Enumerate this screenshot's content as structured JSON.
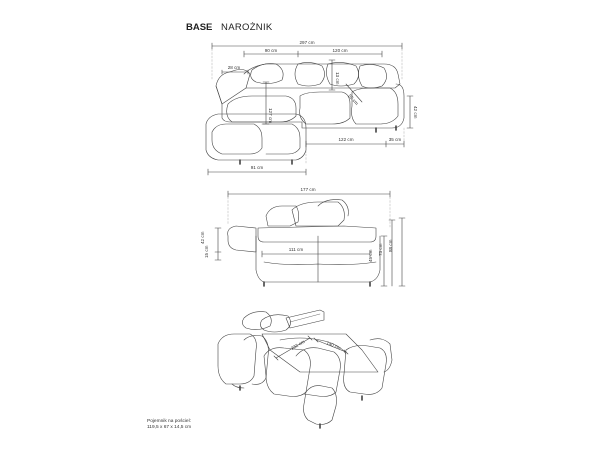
{
  "header": {
    "title": "BASE",
    "subtitle": "NAROŻNIK"
  },
  "top_view": {
    "total_width": "297 cm",
    "seg_left": "90 cm",
    "seg_right": "120 cm",
    "armrest": "28 cm",
    "cushion_depth": "13 cm",
    "chaise_length": "127 cm",
    "seat_depth": "55 cm",
    "depth_right": "42 cm",
    "seat_width": "122 cm",
    "arm_width": "35 cm",
    "chaise_width": "91 cm"
  },
  "side_view": {
    "total_depth": "177 cm",
    "arm_height": "42 cm",
    "leg_height": "15 cm",
    "inner_depth": "111 cm",
    "seat_height": "45 cm",
    "back_height": "73 cm",
    "total_height": "88 cm"
  },
  "sleep_view": {
    "sleep_length": "232 cm",
    "sleep_width": "140 cm"
  },
  "storage_note": {
    "line1": "Pojemnik na pościel:",
    "line2": "119,5 x 67 x 14,5 cm"
  }
}
